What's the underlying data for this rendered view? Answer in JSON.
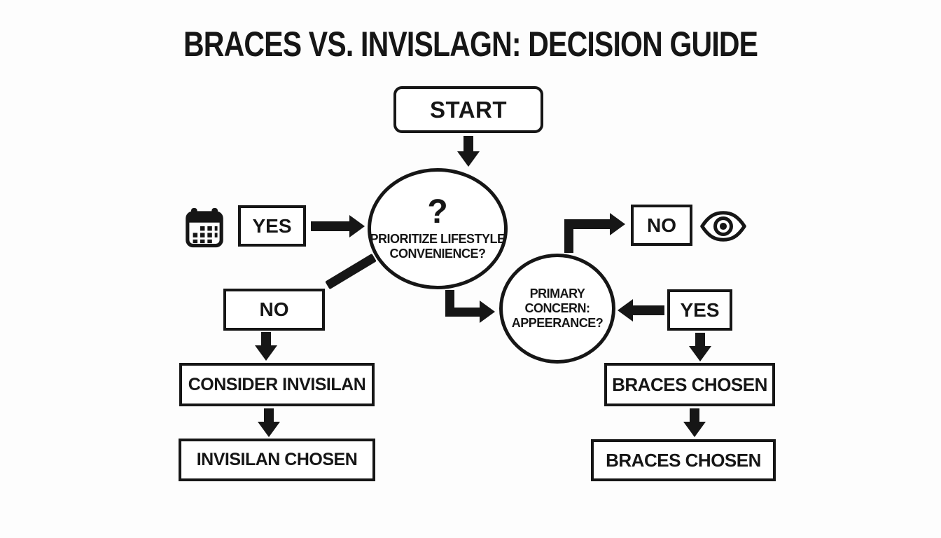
{
  "title": "BRACES VS. INVISLAGN: DECISION GUIDE",
  "colors": {
    "ink": "#161616",
    "background": "#fdfdfd",
    "node-fill": "#ffffff"
  },
  "icons": {
    "calendar": "calendar-icon",
    "eye": "eye-icon"
  },
  "nodes": {
    "start": {
      "label": "START"
    },
    "q1": {
      "badge": "?",
      "line1": "PRIORITIZE LIFESTYLE",
      "line2": "CONVENIENCE?"
    },
    "q2": {
      "line1": "PRIMARY",
      "line2": "CONCERN:",
      "line3": "APPEERANCE?"
    },
    "yes_left": {
      "label": "YES"
    },
    "no_left": {
      "label": "NO"
    },
    "consider_invisilan": {
      "label": "CONSIDER INVISILAN"
    },
    "invisilan_chosen": {
      "label": "INVISILAN CHOSEN"
    },
    "no_right": {
      "label": "NO"
    },
    "yes_right": {
      "label": "YES"
    },
    "braces_chosen_top": {
      "label": "BRACES CHOSEN"
    },
    "braces_chosen_bottom": {
      "label": "BRACES CHOSEN"
    }
  }
}
